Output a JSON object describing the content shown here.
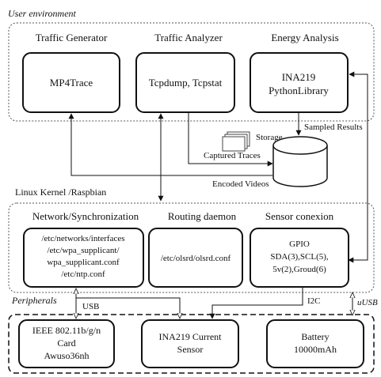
{
  "regions": {
    "user_env": "User environment",
    "kernel": "Linux Kernel /Raspbian",
    "peripherals": "Peripherals"
  },
  "headers": {
    "traffic_generator": "Traffic Generator",
    "traffic_analyzer": "Traffic Analyzer",
    "energy_analysis": "Energy Analysis",
    "network_sync": "Network/Synchronization",
    "routing": "Routing daemon",
    "sensor": "Sensor conexion"
  },
  "boxes": {
    "mp4trace": "MP4Trace",
    "tcpdump": "Tcpdump, Tcpstat",
    "ina219_lib": [
      "INA219",
      "PythonLibrary"
    ],
    "net_files": [
      "/etc/networks/interfaces",
      "/etc/wpa_supplicant/",
      "wpa_supplicant.conf",
      "/etc/ntp.conf"
    ],
    "olsrd": "/etc/olsrd/olsrd.conf",
    "gpio": [
      "GPIO",
      "SDA(3),SCL(5),",
      "5v(2),Groud(6)"
    ],
    "wifi_card": [
      "IEEE 802.11b/g/n",
      "Card",
      "Awuso36nh"
    ],
    "ina219_sensor": [
      "INA219 Current",
      "Sensor"
    ],
    "battery": [
      "Battery",
      "10000mAh"
    ]
  },
  "labels": {
    "storage": "Storage",
    "captured_traces": "Captured Traces",
    "sampled_results": "Sampled Results",
    "encoded_videos": "Encoded Videos",
    "usb": "USB",
    "i2c": "I2C",
    "uusb": "uUSB"
  }
}
